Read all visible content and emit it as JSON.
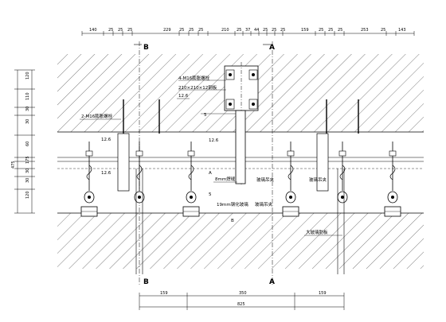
{
  "top_dimensions": [
    "140",
    "25",
    "25",
    "25",
    "229",
    "25",
    "25",
    "25",
    "210",
    "25",
    "37",
    "44",
    "25",
    "25",
    "25",
    "159",
    "25",
    "25",
    "25",
    "253",
    "25",
    "143"
  ],
  "left_dimensions": [
    "120",
    "110",
    "30",
    "30",
    "60",
    "175",
    "475",
    "30",
    "30",
    "120"
  ],
  "bottom_dimensions": {
    "first": [
      "159",
      "350",
      "159"
    ],
    "second": "825"
  },
  "section_markers": {
    "top_b": "B",
    "top_a": "A",
    "bottom_b": "B",
    "bottom_a": "A"
  },
  "annotations": {
    "anchor_bolts_4": "4-M16膨胀螺栓",
    "steel_plate": "210×210×12钢板",
    "plate_t1": "12.6",
    "plate_t2": "12.6",
    "plate_t3": "12.6",
    "plate_t4": "12.6",
    "angle_ref": "5",
    "anchor_bolts_2": "2-M16膨胀螺栓",
    "weld": "8mm焊缝",
    "weld_ref": "5",
    "glass_hanger_1": "玻璃吊夹",
    "glass_hanger_2": "玻璃吊夹",
    "glass_hanger_3": "玻璃吊夹",
    "glass": "19mm钢化玻璃",
    "glass_fin": "大玻璃肋板",
    "dim_label_a": "A",
    "dim_label_b": "B"
  }
}
